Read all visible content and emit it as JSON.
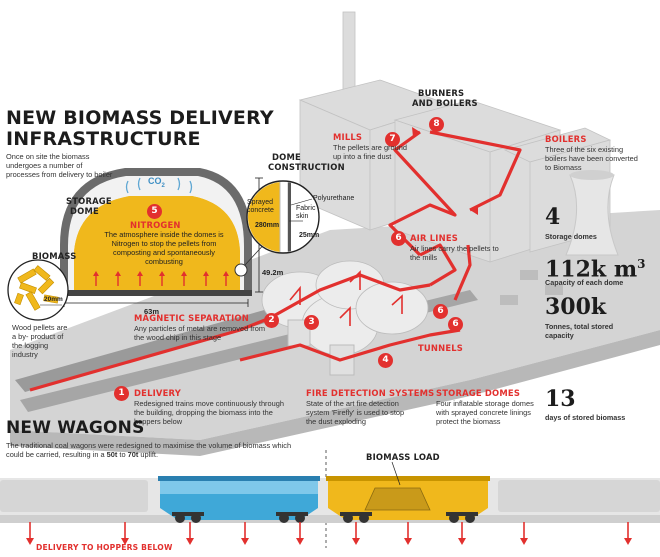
{
  "title": [
    "NEW BIOMASS DELIVERY",
    "INFRASTRUCTURE"
  ],
  "intro": "Once on site the biomass undergoes a number of processes from delivery to boiler",
  "storage_dome": {
    "label": [
      "STORAGE",
      "DOME"
    ],
    "co2": "CO",
    "co2_sub": "2",
    "nitrogen_badge": "5",
    "nitrogen_title": "NITROGEN",
    "nitrogen_text": "The atmosphere inside the domes is Nitrogen to stop the pellets from composting and spontaneously combusting",
    "width": "63m",
    "height": "49.2m"
  },
  "dome_construction": {
    "title": [
      "DOME",
      "CONSTRUCTION"
    ],
    "sprayed": [
      "Sprayed",
      "concrete"
    ],
    "polyurethane": "Polyurethane",
    "fabric": [
      "Fabric",
      "skin"
    ],
    "dim1": "280mm",
    "dim2": "25mm"
  },
  "biomass": {
    "title": "BIOMASS",
    "size": "20mm",
    "text": "Wood pellets are a by- product of the logging industry"
  },
  "callouts": {
    "burners": [
      "BURNERS",
      "AND BOILERS"
    ],
    "mills_title": "MILLS",
    "mills_text": "The pellets are ground up into a fine dust",
    "boilers_title": "BOILERS",
    "boilers_text": "Three of the six existing boilers have been converted to Biomass",
    "airlines_title": "AIR LINES",
    "airlines_text": "Air lines carry the pellets to the mills",
    "magnetic_title": "MAGNETIC SEPARATION",
    "magnetic_text": "Any particles of metal are removed from the wood chip in this stage",
    "tunnels_title": "TUNNELS",
    "delivery_title": "DELIVERY",
    "delivery_text": "Redesigned trains move continuously through the building, dropping the biomass into the hoppers below",
    "fire_title": "FIRE DETECTION SYSTEMS",
    "fire_text": "State of the art fire detection system 'Firefly' is used to stop the dust exploding",
    "domes_title": "STORAGE DOMES",
    "domes_text": "Four inflatable storage domes with sprayed concrete linings protect the biomass"
  },
  "badges": [
    "1",
    "2",
    "3",
    "4",
    "6",
    "6",
    "6",
    "7",
    "8"
  ],
  "stats": [
    {
      "value": "4",
      "label": "Storage domes"
    },
    {
      "value": "112k m",
      "sup": "3",
      "label": "Capacity of each dome"
    },
    {
      "value": "300k",
      "label": "Tonnes, total stored capacity"
    },
    {
      "value": "13",
      "label": "days of stored biomass"
    }
  ],
  "wagons": {
    "title": "NEW WAGONS",
    "text_before": "The traditional coal wagons were redesigned to maximise the volume of biomass which could be carried, resulting in a ",
    "from": "50t",
    "to_word": " to ",
    "to": "70t",
    "text_after": " uplift.",
    "load_label": "BIOMASS LOAD",
    "delivery_label": "DELIVERY TO HOPPERS BELOW"
  },
  "colors": {
    "accent": "#e2302e",
    "biomass": "#f0b81c",
    "grey": "#c9c9c9",
    "dark": "#1c1c1c",
    "wagon_blue": "#3fa8d8"
  }
}
